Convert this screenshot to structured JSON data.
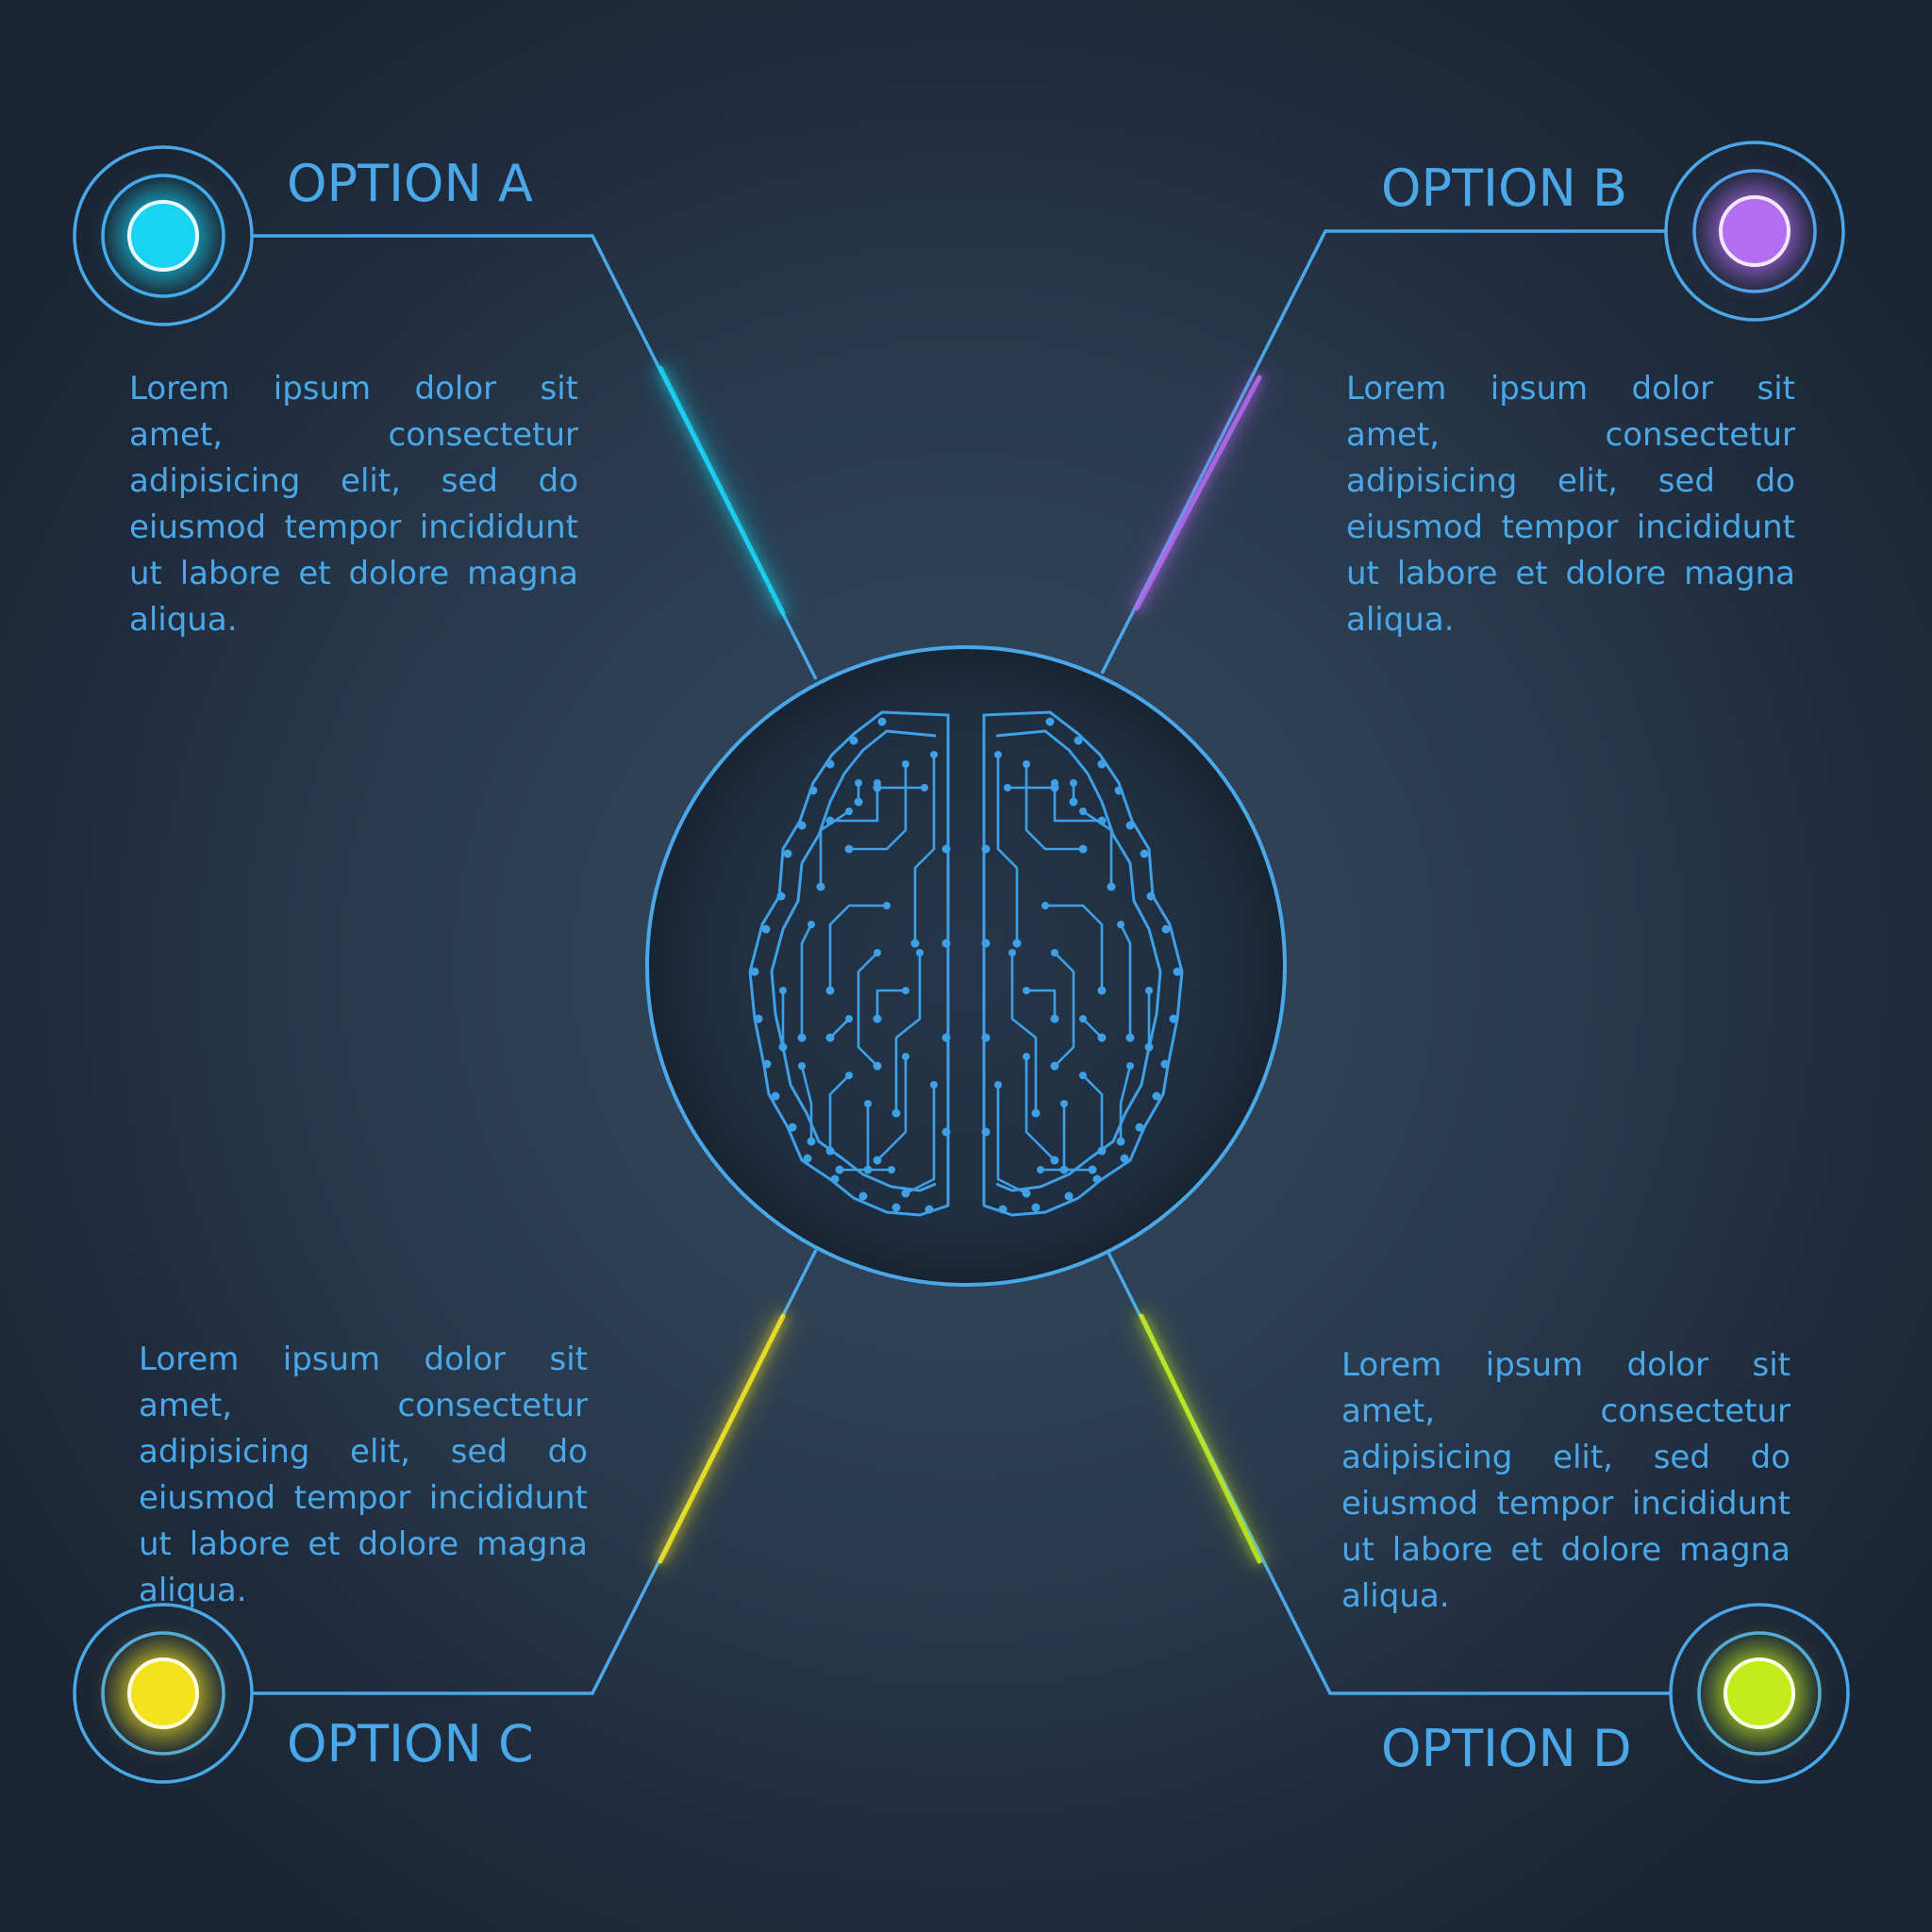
{
  "options": [
    {
      "id": "a",
      "title": "OPTION A",
      "text": "Lorem ipsum dolor sit amet, consectetur adipisicing elit, sed do eiusmod tempor incididunt ut labore et dolore magna aliqua.",
      "color": "#19d3f0"
    },
    {
      "id": "b",
      "title": "OPTION B",
      "text": "Lorem ipsum dolor sit amet, consectetur adipisicing elit, sed do eiusmod tempor incididunt ut labore et dolore magna aliqua.",
      "color": "#b46cf0"
    },
    {
      "id": "c",
      "title": "OPTION C",
      "text": "Lorem ipsum dolor sit amet, consectetur adipisicing elit, sed do eiusmod tempor incididunt ut labore et dolore magna aliqua.",
      "color": "#f4e21c"
    },
    {
      "id": "d",
      "title": "OPTION D",
      "text": "Lorem ipsum dolor sit amet, consectetur adipisicing elit, sed do eiusmod tempor incididunt ut labore et dolore magna aliqua.",
      "color": "#c4ec1a"
    }
  ],
  "colors": {
    "background": "#2a3b4f",
    "line": "#4aa8e8",
    "text": "#4aa8e8",
    "circuit": "#3fa0e6"
  },
  "center_icon": "circuit-brain-icon"
}
